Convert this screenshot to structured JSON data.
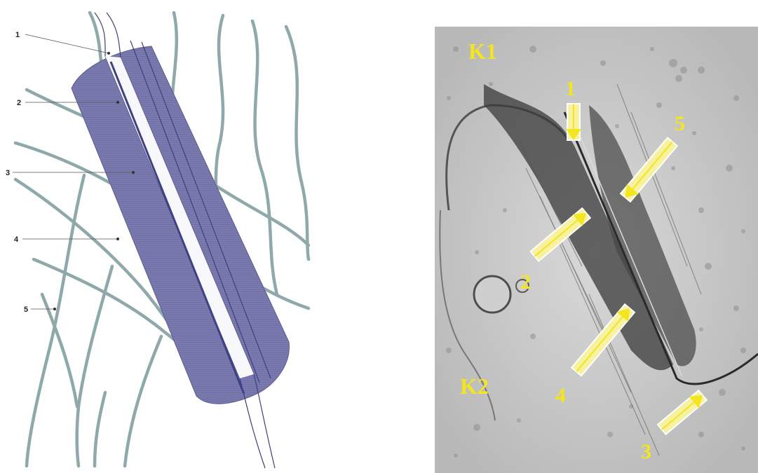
{
  "diagram": {
    "labels": [
      "1",
      "2",
      "3",
      "4",
      "5"
    ]
  },
  "micrograph": {
    "cell_labels": [
      "K1",
      "K2"
    ],
    "arrow_labels": [
      "1",
      "2",
      "3",
      "4",
      "5"
    ]
  },
  "colors": {
    "plaque": "#6f70a6",
    "filament": "#8fa9ab",
    "label_yellow": "#f3e51f",
    "arrow_fill": "#f7f2a0"
  }
}
